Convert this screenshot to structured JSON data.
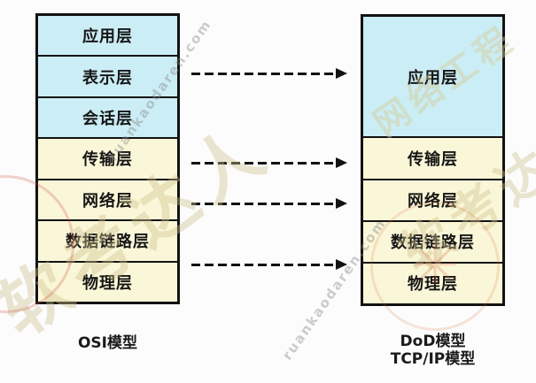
{
  "diagram": {
    "osi": {
      "caption": "OSI模型",
      "layers": [
        {
          "name": "应用层",
          "tone": "blue"
        },
        {
          "name": "表示层",
          "tone": "blue"
        },
        {
          "name": "会话层",
          "tone": "blue"
        },
        {
          "name": "传输层",
          "tone": "yellow"
        },
        {
          "name": "网络层",
          "tone": "yellow"
        },
        {
          "name": "数据链路层",
          "tone": "yellow"
        },
        {
          "name": "物理层",
          "tone": "yellow"
        }
      ]
    },
    "dod": {
      "caption_line1": "DoD模型",
      "caption_line2": "TCP/IP模型",
      "layers": [
        {
          "name": "应用层",
          "tone": "blue",
          "span": 3
        },
        {
          "name": "传输层",
          "tone": "yellow",
          "span": 1
        },
        {
          "name": "网络层",
          "tone": "yellow",
          "span": 1
        },
        {
          "name": "数据链路层",
          "tone": "yellow",
          "span": 1
        },
        {
          "name": "物理层",
          "tone": "yellow",
          "span": 1
        }
      ]
    },
    "arrows": {
      "count": 4,
      "style": "dashed-right",
      "mappings": [
        "表示层 → 应用层",
        "传输层 → 传输层",
        "网络层 → 网络层",
        "数据链路层/物理层 → 数据链路层/物理层"
      ]
    },
    "colors": {
      "upper_layers": "#cbedf5",
      "lower_layers": "#faf7d8",
      "border": "#121212",
      "background": "#fcfcfc"
    },
    "watermark": {
      "site": "ruankaodaren.com",
      "brand": "软考达人",
      "cert": "网络工程"
    }
  }
}
